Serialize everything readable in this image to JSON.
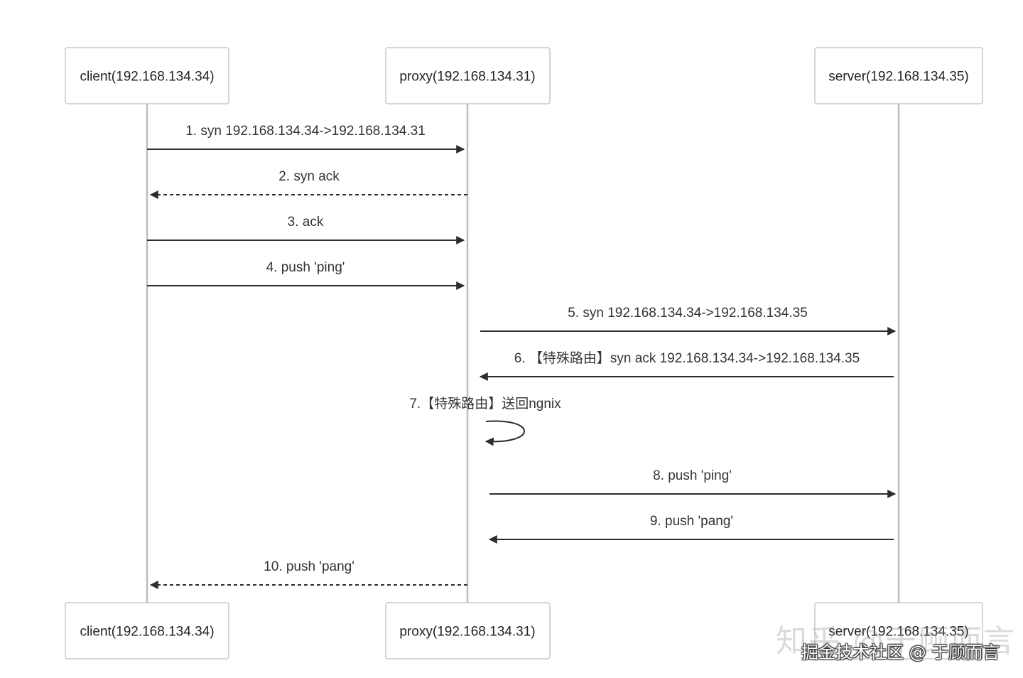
{
  "actors": [
    {
      "id": "client",
      "label": "client(192.168.134.34)"
    },
    {
      "id": "proxy",
      "label": "proxy(192.168.134.31)"
    },
    {
      "id": "server",
      "label": "server(192.168.134.35)"
    }
  ],
  "messages": [
    {
      "label": "1. syn 192.168.134.34->192.168.134.31",
      "from": "client",
      "to": "proxy",
      "style": "solid"
    },
    {
      "label": "2. syn ack",
      "from": "proxy",
      "to": "client",
      "style": "dashed"
    },
    {
      "label": "3. ack",
      "from": "client",
      "to": "proxy",
      "style": "solid"
    },
    {
      "label": "4. push 'ping'",
      "from": "client",
      "to": "proxy",
      "style": "solid"
    },
    {
      "label": "5. syn 192.168.134.34->192.168.134.35",
      "from": "proxy",
      "to": "server",
      "style": "solid"
    },
    {
      "label": "6. 【特殊路由】syn ack 192.168.134.34->192.168.134.35",
      "from": "server",
      "to": "proxy",
      "style": "solid"
    },
    {
      "label": "7.【特殊路由】送回ngnix",
      "from": "proxy",
      "to": "proxy",
      "style": "self"
    },
    {
      "label": "8. push 'ping'",
      "from": "proxy",
      "to": "server",
      "style": "solid"
    },
    {
      "label": "9. push 'pang'",
      "from": "server",
      "to": "proxy",
      "style": "solid"
    },
    {
      "label": "10. push 'pang'",
      "from": "proxy",
      "to": "client",
      "style": "dashed"
    }
  ],
  "watermark": {
    "zhihu": "知乎 @于顾而言",
    "juejin": "掘金技术社区 @ 于顾而言"
  }
}
